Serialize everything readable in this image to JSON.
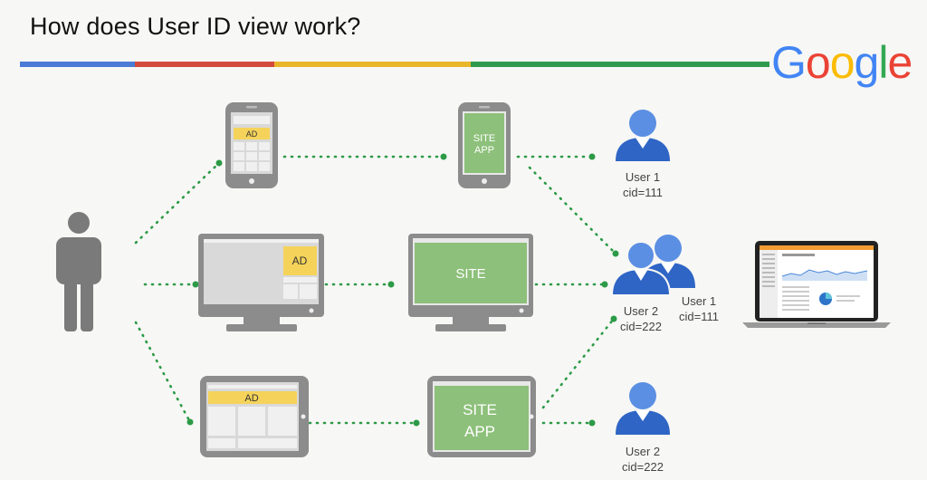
{
  "title": "How does User ID view work?",
  "brand": {
    "logo_text": "Google",
    "letters": [
      "G",
      "o",
      "o",
      "g",
      "l",
      "e"
    ],
    "letter_colors": [
      "#4285f4",
      "#ea4335",
      "#fbbc05",
      "#4285f4",
      "#34a853",
      "#ea4335"
    ]
  },
  "colors": {
    "blue": "#4b7bd6",
    "red": "#d24a3b",
    "yellow": "#e9b62a",
    "green": "#2f9a4f",
    "device_gray": "#8c8c8c",
    "screen_green": "#8dc07a",
    "ad_yellow": "#f5d35a",
    "user_blue": "#2f65c5",
    "person_gray": "#7a7a7a",
    "dot_green": "#2c9a46"
  },
  "devices": {
    "phone_ad_label": "AD",
    "phone_site_label_1": "SITE",
    "phone_site_label_2": "APP",
    "desktop_ad_label": "AD",
    "desktop_site_label": "SITE",
    "tablet_ad_label": "AD",
    "tablet_site_label_1": "SITE",
    "tablet_site_label_2": "APP"
  },
  "users": {
    "top": {
      "name": "User 1",
      "cid": "cid=111"
    },
    "middle_front": {
      "name": "User 2",
      "cid": "cid=222"
    },
    "middle_back": {
      "name": "User 1",
      "cid": "cid=111"
    },
    "bottom": {
      "name": "User 2",
      "cid": "cid=222"
    }
  }
}
